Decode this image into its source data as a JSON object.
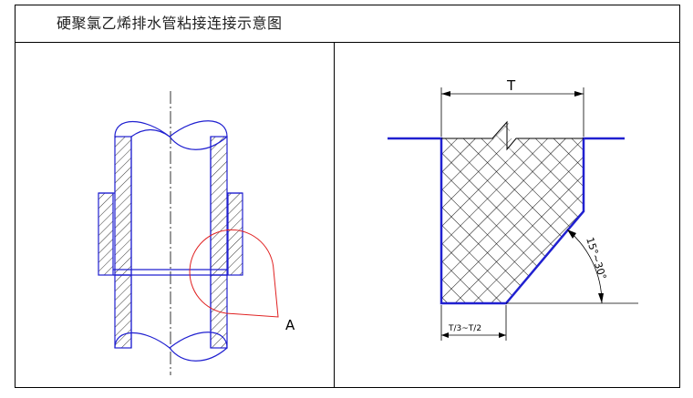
{
  "title": "硬聚氯乙烯排水管粘接连接示意图",
  "left_figure": {
    "callout_label": "A"
  },
  "right_figure": {
    "top_dimension": "T",
    "angle_label": "15°~30°",
    "bottom_dimension": "T/3~T/2"
  },
  "colors": {
    "outline": "#2020d0",
    "callout": "#e02020",
    "grid": "#000000"
  }
}
